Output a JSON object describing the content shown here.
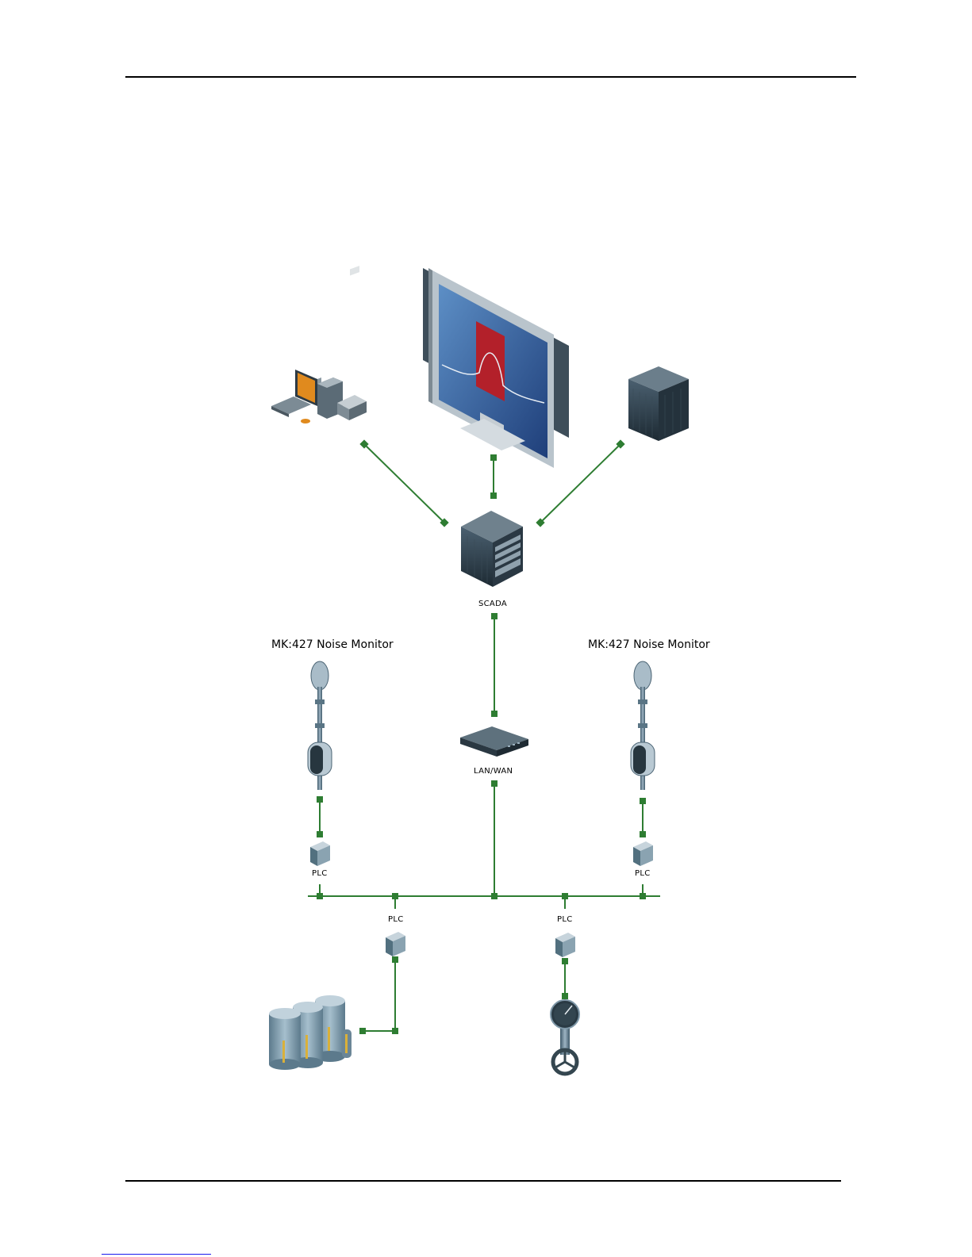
{
  "diagram": {
    "nodes": {
      "scada_label": "SCADA",
      "lan_label": "LAN/WAN",
      "monitor_left_label": "MK:427 Noise Monitor",
      "monitor_right_label": "MK:427 Noise Monitor",
      "plc_monitor_left": "PLC",
      "plc_monitor_right": "PLC",
      "plc_tanks": "PLC",
      "plc_valve": "PLC"
    },
    "colors": {
      "link": "#2e7d32",
      "device_dark": "#2c3e4c",
      "device_mid": "#6f8fa3",
      "screen_red": "#b3202a",
      "screen_blue": "#2f5fa0"
    },
    "icons": [
      "workstation-icon",
      "display-icon",
      "server-icon",
      "scada-server-icon",
      "router-icon",
      "noise-monitor-icon",
      "plc-icon",
      "tanks-icon",
      "valve-gauge-icon"
    ]
  }
}
